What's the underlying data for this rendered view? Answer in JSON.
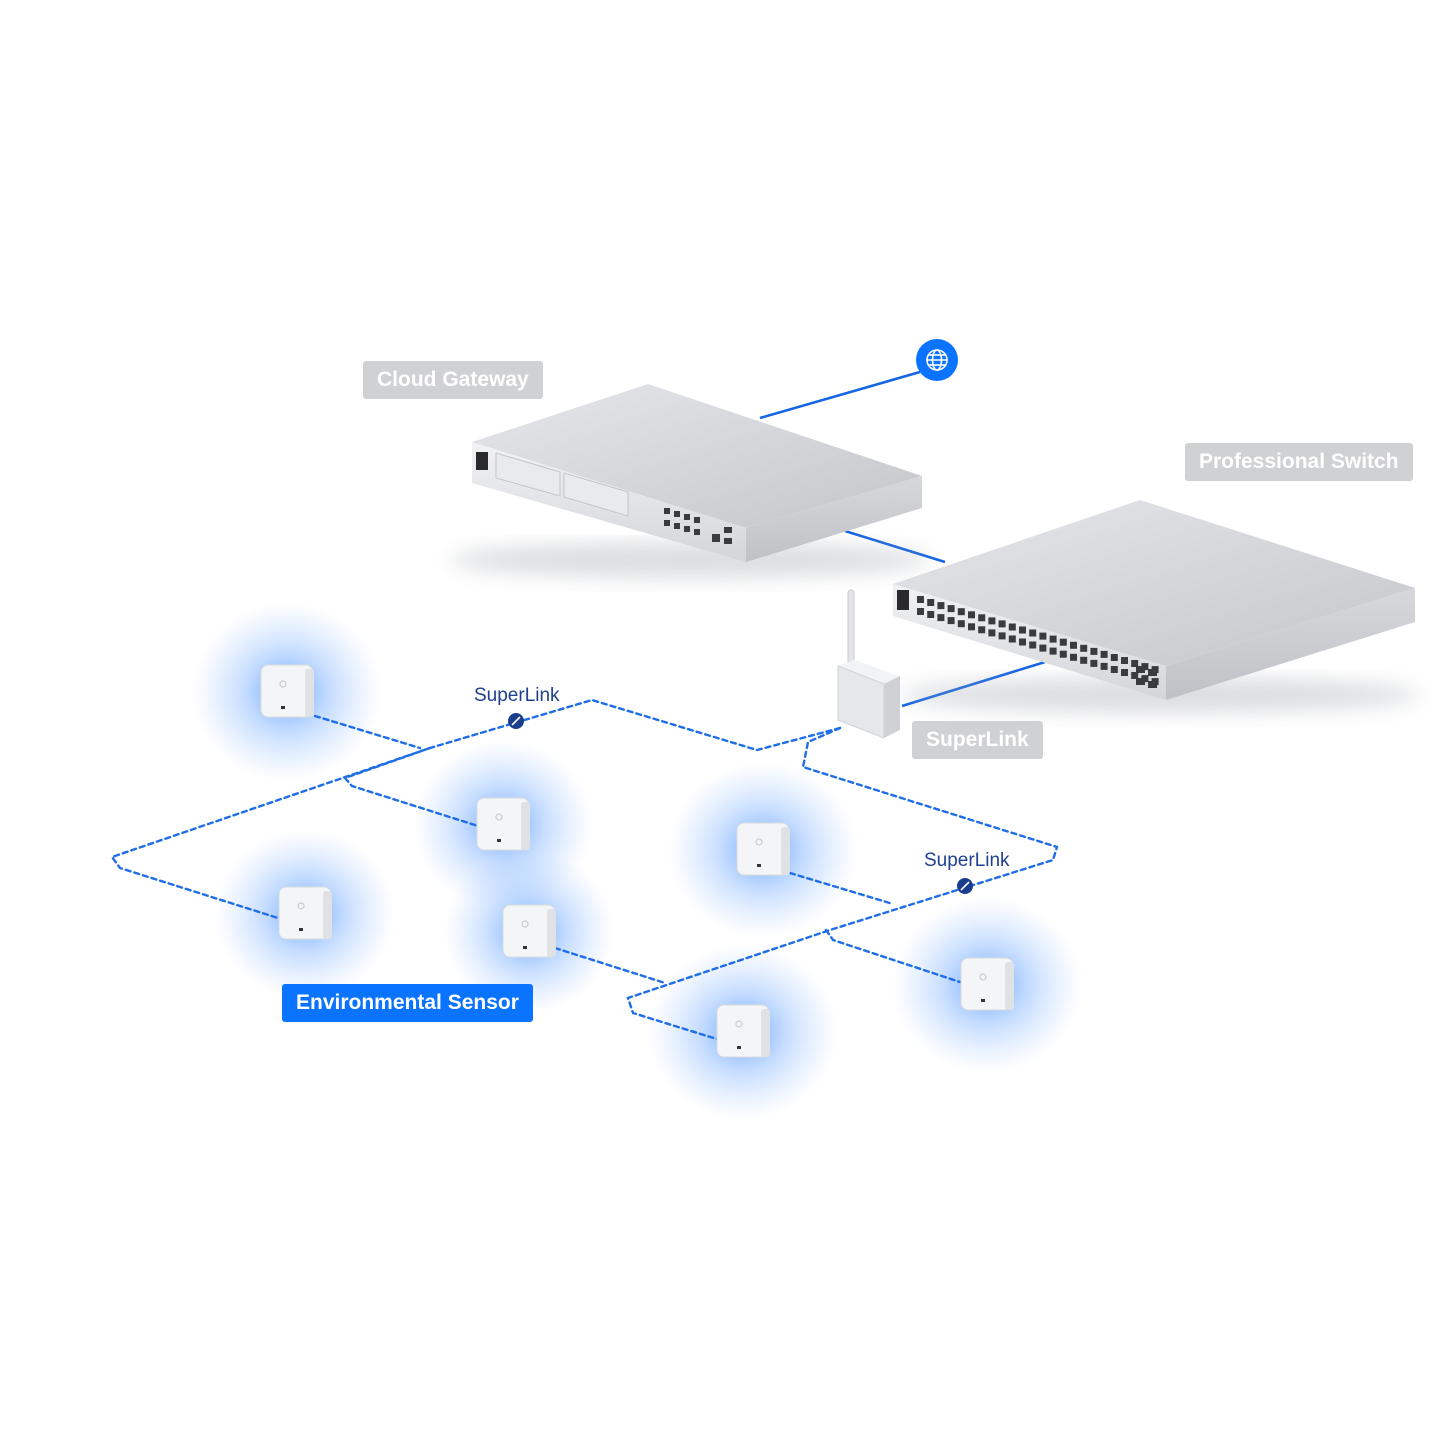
{
  "labels": {
    "cloud_gateway": "Cloud Gateway",
    "professional_switch": "Professional Switch",
    "superlink_device": "SuperLink",
    "environmental_sensor": "Environmental Sensor"
  },
  "flow_labels": {
    "superlink_top": "SuperLink",
    "superlink_right": "SuperLink"
  },
  "icons": {
    "internet": "globe-icon",
    "link": "link-icon",
    "sensor": "environmental-sensor-icon"
  },
  "colors": {
    "accent": "#0a73ff",
    "link_line": "#1565e6",
    "dashed_line": "#1f6ee8",
    "label_gray": "#d0d1d3",
    "device_body": "#d9dadd",
    "glow": "#3d8bff"
  }
}
